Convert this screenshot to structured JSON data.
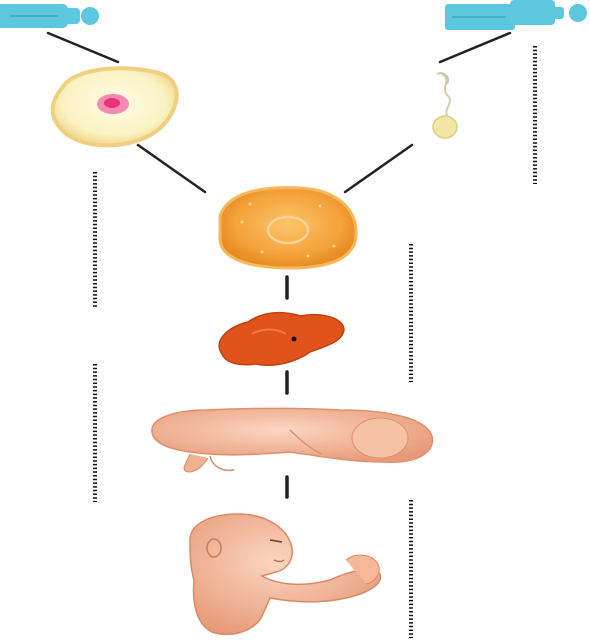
{
  "diagram": {
    "kind": "human-development-stages",
    "stages": [
      {
        "id": "female-parent",
        "icon": "female-person-icon"
      },
      {
        "id": "male-parent",
        "icon": "male-person-icon"
      },
      {
        "id": "egg-cell",
        "icon": "egg-cell-icon"
      },
      {
        "id": "sperm-cell",
        "icon": "sperm-cell-icon"
      },
      {
        "id": "fertilized-egg",
        "icon": "fertilized-egg-icon"
      },
      {
        "id": "embryo",
        "icon": "embryo-icon"
      },
      {
        "id": "fetus",
        "icon": "fetus-icon"
      },
      {
        "id": "baby",
        "icon": "baby-icon"
      }
    ],
    "answer_blanks": [
      {
        "id": "blank-1",
        "text": ""
      },
      {
        "id": "blank-2",
        "text": ""
      },
      {
        "id": "blank-3",
        "text": ""
      },
      {
        "id": "blank-4",
        "text": ""
      },
      {
        "id": "blank-5",
        "text": ""
      }
    ],
    "colors": {
      "person": "#5cc8e0",
      "egg_fill": "#fbf3c4",
      "egg_rim": "#f2d98c",
      "nucleus": "#f04a8a",
      "sperm": "#f2e6a6",
      "zygote": "#f4a23a",
      "embryo": "#e0541c",
      "skin": "#f2b89a",
      "connector": "#222222",
      "blank": "#111111"
    }
  }
}
